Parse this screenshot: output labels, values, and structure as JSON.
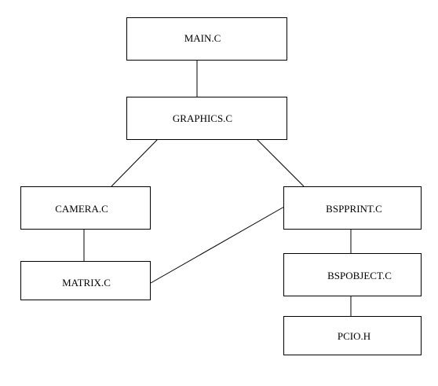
{
  "nodes": [
    {
      "id": "main",
      "label": "MAIN.C"
    },
    {
      "id": "graphics",
      "label": "GRAPHICS.C"
    },
    {
      "id": "camera",
      "label": "CAMERA.C"
    },
    {
      "id": "bspprint",
      "label": "BSPPRINT.C"
    },
    {
      "id": "matrix",
      "label": "MATRIX.C"
    },
    {
      "id": "bspobject",
      "label": "BSPOBJECT.C"
    },
    {
      "id": "pcio",
      "label": "PCIO.H"
    }
  ],
  "edges": [
    {
      "from": "main",
      "to": "graphics"
    },
    {
      "from": "graphics",
      "to": "camera"
    },
    {
      "from": "graphics",
      "to": "bspprint"
    },
    {
      "from": "camera",
      "to": "matrix"
    },
    {
      "from": "bspprint",
      "to": "matrix"
    },
    {
      "from": "bspprint",
      "to": "bspobject"
    },
    {
      "from": "bspobject",
      "to": "pcio"
    }
  ]
}
